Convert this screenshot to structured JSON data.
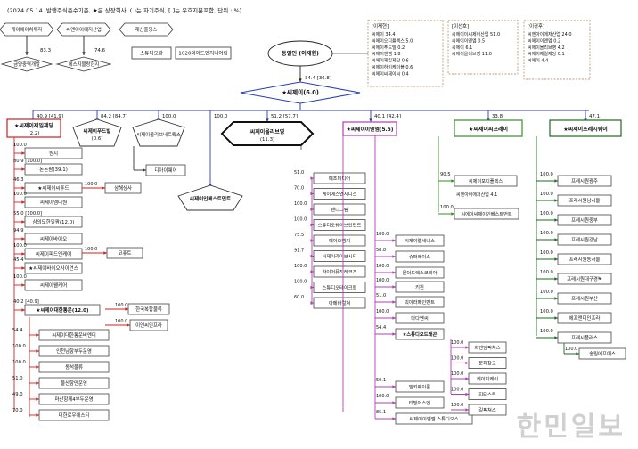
{
  "note": "(2024.05.14. 발행주식총수기준, ★은 상장회사, ( )는 자기주식, [ ]는 우호지분포함, 단위 : %)",
  "watermark": "한민일보",
  "top_left": {
    "row1": [
      "케이에이치투자",
      "씨엔아이에저산업",
      "재산홀딩스"
    ],
    "row2_values": [
      "83.3",
      "74.6"
    ],
    "row2": [
      "금양중력개발",
      "에스지블랑한지",
      "스튜디오랑",
      "1020와이드엔지니어링"
    ]
  },
  "owner": {
    "name": "동일인 (이재현)",
    "stake": "34.4 [36.8]"
  },
  "family_boxes": [
    {
      "title": "[이재현]",
      "lines": [
        "씨에이 34.4",
        "씨에이오디플렉스 5.0",
        "씨에이푸드빌 0.2",
        "씨에이엔엠 1.8",
        "씨에이제일제당 0.6",
        "씨에이하이케이블 0.6",
        "씨에이씨제이씨 0.4"
      ]
    },
    {
      "title": "[이선호]",
      "lines": [
        "씨에이이씨제이산업 51.0",
        "씨에이이엔엠 0.5",
        "씨에이 6.1",
        "씨에이올리브영 11.0"
      ]
    },
    {
      "title": "[이경후]",
      "lines": [
        "씨엔아이에저산업 24.0",
        "씨에이이엔엠 0.2",
        "씨에이올리브영 4.2",
        "씨에이제일제당 0.1",
        "씨에이 4.4"
      ]
    }
  ],
  "holding": {
    "name": "★씨제이(6.0)"
  },
  "level1": [
    {
      "pct": "40.9 [41.9]",
      "name": "★씨제이제일제당",
      "sub": "(2.2)"
    },
    {
      "pct": "84.2 [84.7]",
      "name": "씨제이푸드빌",
      "sub": "(0.6)"
    },
    {
      "pct": "100.0",
      "name": "씨제이올리브네트웍스",
      "sub": ""
    },
    {
      "pct": "100.0",
      "name": "씨제이인베스트먼트",
      "sub": ""
    },
    {
      "pct": "51.2 [57.7]",
      "name": "씨제이올리브영",
      "sub": "(11.3)"
    },
    {
      "pct": "40.1 [42.4]",
      "name": "★씨제이이엔엠(5.5)",
      "sub": ""
    },
    {
      "pct": "33.8",
      "name": "★씨제이씨프레이",
      "sub": ""
    },
    {
      "pct": "47.1",
      "name": "★씨제이프레시웨이",
      "sub": ""
    }
  ],
  "cj_jedang_subs": [
    {
      "pct": "100.0",
      "name": "원지"
    },
    {
      "pct": "80.9 [100.0]",
      "name": "돈돈팜(39.1)"
    },
    {
      "pct": "46.3",
      "name": "★씨제이씨푸드"
    },
    {
      "pct": "100.0",
      "name": "씨제이엠디원"
    },
    {
      "pct": "55.0 [100.0]",
      "name": "삼의도한일팜(12.0)"
    },
    {
      "pct": "94.9",
      "name": "씨제이바이오"
    },
    {
      "pct": "100.0",
      "name": "씨제이피드앤케어"
    },
    {
      "pct": "45.4",
      "name": "★씨제이바이오사이언스"
    },
    {
      "pct": "100.0",
      "name": "씨제이웰케어"
    },
    {
      "pct": "40.2 [40.9]",
      "name": "★씨제이대한통운(12.0)"
    }
  ],
  "cj_jedang_side": [
    {
      "pct": "100.0",
      "name": "삼해상사"
    },
    {
      "pct": "100.0",
      "name": "코퓨트"
    },
    {
      "pct": "100.0",
      "name": "한국복합물류"
    },
    {
      "pct": "100.0",
      "name": "이앤씨인프라"
    }
  ],
  "daehan_subs": [
    {
      "pct": "54.4",
      "name": "씨제이대한통운비엔디"
    },
    {
      "pct": "100.0",
      "name": "인천남항부두운영"
    },
    {
      "pct": "100.0",
      "name": "동석물류"
    },
    {
      "pct": "51.0",
      "name": "울산항만운영"
    },
    {
      "pct": "49.0",
      "name": "마산항제4부두운영"
    },
    {
      "pct": "70.0",
      "name": "대한로우에스티"
    }
  ],
  "foodville_sub": {
    "name": "디아이웨어"
  },
  "enm_left_subs": [
    {
      "pct": "51.0",
      "name": "메조미디어"
    },
    {
      "pct": "70.0",
      "name": "케이에스엔지니스"
    },
    {
      "pct": "100.0",
      "name": "텐디그림"
    },
    {
      "pct": "100.0",
      "name": "스튜디오웨이브인먼트"
    },
    {
      "pct": "75.5",
      "name": "에이오엠지"
    },
    {
      "pct": "91.7",
      "name": "씨제이라이브시티"
    },
    {
      "pct": "100.0",
      "name": "하이어뮤직레코즈"
    },
    {
      "pct": "100.0",
      "name": "스튜디오테이크원"
    },
    {
      "pct": "60.0",
      "name": "아메바컬쳐"
    }
  ],
  "enm_right_subs": [
    {
      "pct": "100.0",
      "name": "씨제이엘세니스"
    },
    {
      "pct": "58.8",
      "name": "슈퍼레이스"
    },
    {
      "pct": "100.0",
      "name": "원더드렉스코리아"
    },
    {
      "pct": "100.0",
      "name": "키윈"
    },
    {
      "pct": "51.0",
      "name": "빅이라페인먼트"
    },
    {
      "pct": "100.0",
      "name": "다다엔씨"
    },
    {
      "pct": "54.4",
      "name": "★스튜디오드래곤"
    },
    {
      "pct": "50.1",
      "name": "밀키웨이룸"
    },
    {
      "pct": "100.0",
      "name": "티빙어스엔"
    },
    {
      "pct": "85.1",
      "name": "씨제이이엔엠 스튜디오스"
    }
  ],
  "dragon_subs": [
    {
      "pct": "100.0",
      "name": "화앤담픽쳐스"
    },
    {
      "pct": "100.0",
      "name": "문화창고"
    },
    {
      "pct": "100.0",
      "name": "케이피케이"
    },
    {
      "pct": "100.0",
      "name": "지티스트"
    },
    {
      "pct": "100.0",
      "name": "길픽쳐스"
    }
  ],
  "cgv_subs": [
    {
      "pct": "90.5",
      "name": "씨제이포디플렉스",
      "extra": "씨엔아이에저산업 4.1"
    },
    {
      "pct": "100.0",
      "name": "씨에이씨제이인베스트먼트",
      "extra": ""
    }
  ],
  "fresh_subs": [
    {
      "pct": "100.0",
      "name": "프레시원광주"
    },
    {
      "pct": "100.0",
      "name": "프레시원남서울"
    },
    {
      "pct": "100.0",
      "name": "프레시원중부"
    },
    {
      "pct": "100.0",
      "name": "프레시원강남"
    },
    {
      "pct": "100.0",
      "name": "프레시원동서울"
    },
    {
      "pct": "100.0",
      "name": "프레시원대구경북"
    },
    {
      "pct": "100.0",
      "name": "프레시원부산"
    },
    {
      "pct": "100.0",
      "name": "에프앤디인프라"
    },
    {
      "pct": "100.0",
      "name": "프레시플러스"
    }
  ],
  "fresh_grand": {
    "pct": "100.0",
    "name": "송림에프에스"
  },
  "colors": {
    "red": "#cc2222",
    "blue": "#2a3fb5",
    "purple": "#b040b0",
    "green": "#3a8a2a",
    "darkgreen": "#1f6b1f",
    "brown": "#b07a4a"
  }
}
